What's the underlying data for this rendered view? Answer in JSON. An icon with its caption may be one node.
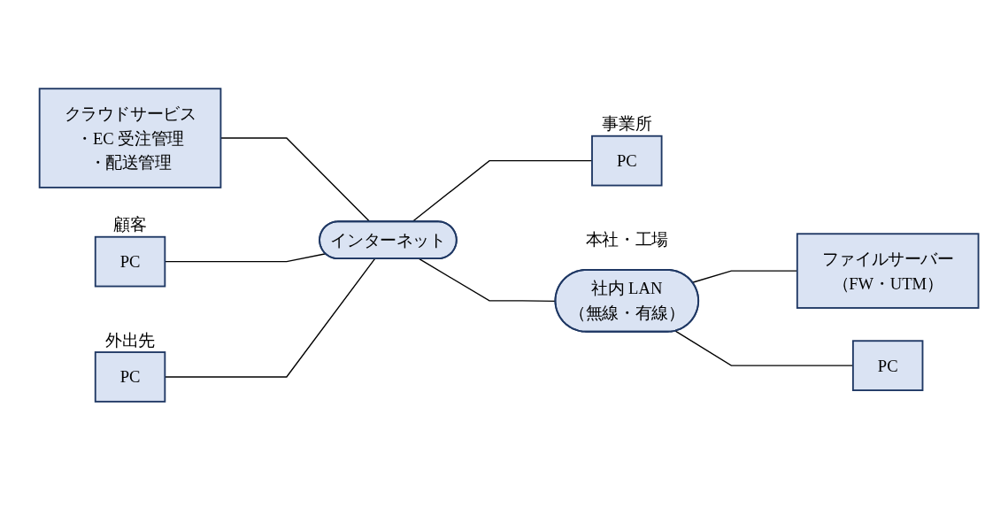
{
  "diagram": {
    "nodes": [
      {
        "text": [
          "クラウドサービス",
          "・EC 受注管理",
          "・配送管理"
        ]
      },
      {
        "text": [
          "インターネット"
        ]
      },
      {
        "text": [
          "社内 LAN",
          "（無線・有線）"
        ],
        "beside": [
          "本社・工場"
        ]
      },
      {
        "text": [
          "ファイルサーバー",
          "（FW・UTM）"
        ]
      },
      {
        "text": [
          "PC"
        ]
      },
      {
        "text": [
          "PC"
        ],
        "beside": [
          "顧客"
        ]
      },
      {
        "text": [
          "PC"
        ],
        "beside": [
          "外出先"
        ]
      },
      {
        "text": [
          "PC"
        ],
        "beside": [
          "事業所"
        ]
      }
    ],
    "edges": [
      {
        "from": 0,
        "to": 1,
        "arrow": "none"
      },
      {
        "from": 1,
        "to": 2,
        "arrow": "none"
      },
      {
        "from": 2,
        "to": 3,
        "arrow": "none"
      },
      {
        "from": 2,
        "to": 4,
        "arrow": "none"
      },
      {
        "from": 5,
        "to": 1,
        "arrow": "none"
      },
      {
        "from": 6,
        "to": 1,
        "arrow": "none"
      },
      {
        "from": 1,
        "to": 7,
        "arrow": "none"
      }
    ]
  }
}
